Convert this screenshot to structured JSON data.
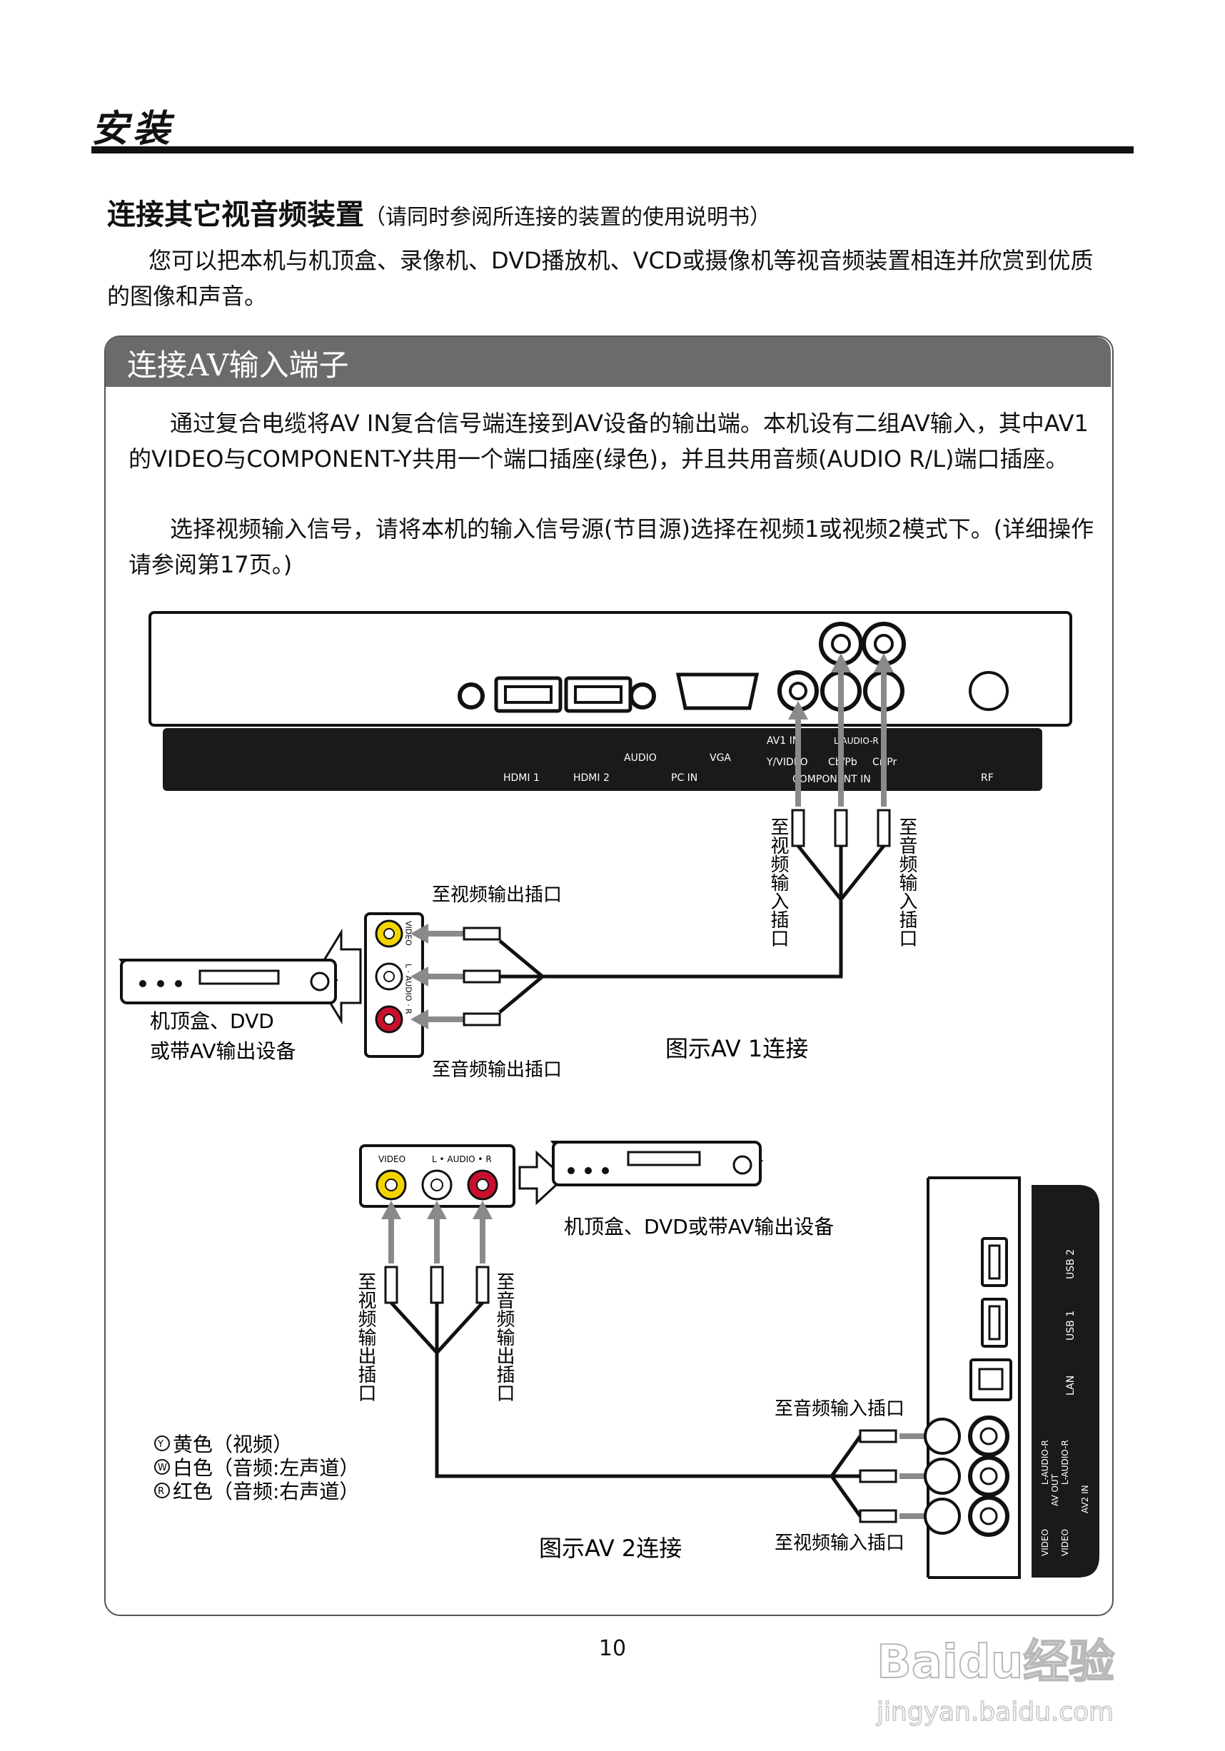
{
  "header": {
    "title": "安装"
  },
  "section": {
    "title": "连接其它视音频装置",
    "note": "（请同时参阅所连接的装置的使用说明书）",
    "intro": "您可以把本机与机顶盒、录像机、DVD播放机、VCD或摄像机等视音频装置相连并欣赏到优质的图像和声音。"
  },
  "panel": {
    "heading": "连接AV输入端子",
    "para1": "通过复合电缆将AV IN复合信号端连接到AV设备的输出端。本机设有二组AV输入，其中AV1的VIDEO与COMPONENT-Y共用一个端口插座(绿色)，并且共用音频(AUDIO R/L)端口插座。",
    "para2": "选择视频输入信号，请将本机的输入信号源(节目源)选择在视频1或视频2模式下。(详细操作请参阅第17页。)"
  },
  "diagram1": {
    "tv_labels": [
      "HDMI 1",
      "HDMI 2",
      "AUDIO",
      "VGA",
      "PC IN",
      "AV1 IN",
      "L-AUDIO-R",
      "Y/VIDEO",
      "Cb/Pb",
      "Cr/Pr",
      "COMPONENT IN",
      "RF"
    ],
    "left_vertical": "至视频输入插口",
    "right_vertical": "至音频输入插口",
    "video_out_label": "至视频输出插口",
    "audio_out_label": "至音频输出插口",
    "device_label_1": "机顶盒、DVD",
    "device_label_2": "或带AV输出设备",
    "jack_panel_labels": [
      "VIDEO",
      "L · AUDIO · R"
    ],
    "caption": "图示AV 1连接"
  },
  "diagram2": {
    "jack_labels": [
      "VIDEO",
      "L • AUDIO • R"
    ],
    "device_label": "机顶盒、DVD或带AV输出设备",
    "left_vertical": "至视频输出插口",
    "right_vertical": "至音频输出插口",
    "audio_in_label": "至音频输入插口",
    "video_in_label": "至视频输入插口",
    "side_panel_labels": [
      "USB 2",
      "USB 1",
      "LAN",
      "L-AUDIO-R",
      "AV OUT",
      "L-AUDIO-R",
      "AV2 IN",
      "VIDEO",
      "VIDEO"
    ],
    "caption": "图示AV 2连接"
  },
  "legend": [
    {
      "mark": "Y",
      "text": "黄色（视频）"
    },
    {
      "mark": "W",
      "text": "白色（音频:左声道）"
    },
    {
      "mark": "R",
      "text": "红色（音频:右声道）"
    }
  ],
  "page_number": "10",
  "watermark": {
    "brand": "Baidu经验",
    "url": "jingyan.baidu.com"
  },
  "colors": {
    "yellow": "#f3d400",
    "red": "#c8102e",
    "arrow": "#8a8a8a",
    "panel": "#1a1a1a"
  }
}
